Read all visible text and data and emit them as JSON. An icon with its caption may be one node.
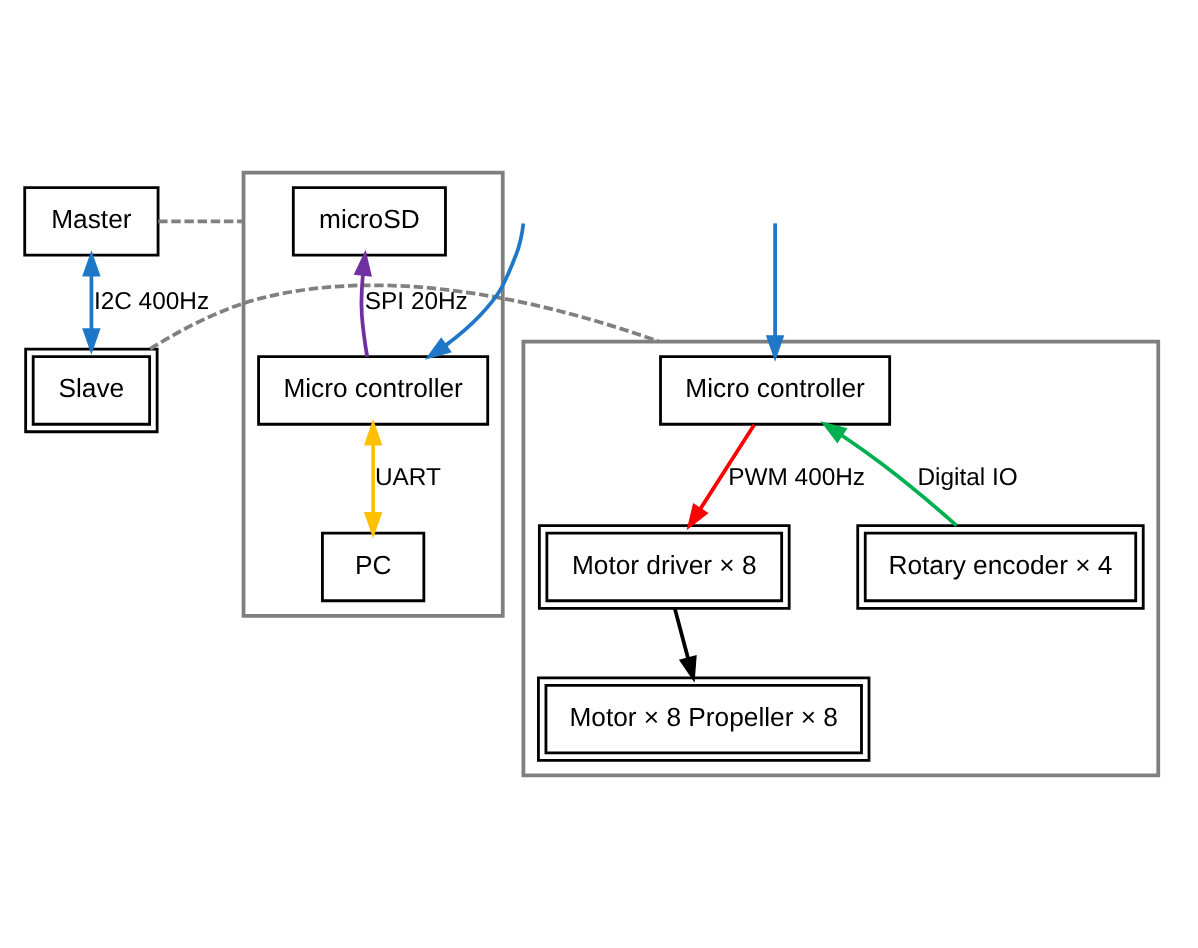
{
  "diagram": {
    "nodes": [
      {
        "text": [
          "Master"
        ]
      },
      {
        "text": [
          "Slave"
        ]
      },
      {
        "text": [],
        "shape": "box"
      },
      {
        "text": [
          "microSD"
        ],
        "in": 2
      },
      {
        "text": [
          "Micro controller"
        ],
        "in": 2
      },
      {
        "text": [
          "PC"
        ],
        "in": 2
      },
      {
        "text": [],
        "shape": "box"
      },
      {
        "text": [
          "Micro controller"
        ],
        "in": 6
      },
      {
        "text": [
          "Motor driver × 8"
        ],
        "in": 6
      },
      {
        "text": [
          "Rotary encoder × 4"
        ],
        "in": 6
      },
      {
        "text": [
          "Motor × 8 Propeller × 8"
        ],
        "in": 6
      }
    ],
    "edges": [
      {
        "from": 0,
        "to": 1,
        "arrow": "both",
        "label": "I2C 400Hz",
        "color": "#1f77c8"
      },
      {
        "from": 0,
        "to": 2,
        "arrow": "none",
        "style": "dashed",
        "color": "#808080"
      },
      {
        "from": 1,
        "to": 6,
        "arrow": "none",
        "style": "dashed",
        "color": "#808080"
      },
      {
        "from": 4,
        "to": 3,
        "arrow": "to",
        "label": "SPI 20Hz",
        "color": "#7030a0"
      },
      {
        "from": 4,
        "to": 5,
        "arrow": "both",
        "label": "UART",
        "color": "#ffc000"
      },
      {
        "from": null,
        "to": 4,
        "arrow": "to",
        "color": "#1f77c8"
      },
      {
        "from": null,
        "to": 7,
        "arrow": "to",
        "color": "#1f77c8"
      },
      {
        "from": 7,
        "to": 8,
        "arrow": "to",
        "label": "PWM 400Hz",
        "color": "#ff0000"
      },
      {
        "from": 9,
        "to": 7,
        "arrow": "to",
        "label": "Digital IO",
        "color": "#00b050"
      },
      {
        "from": 8,
        "to": 10,
        "arrow": "to",
        "color": "#000000"
      }
    ]
  }
}
